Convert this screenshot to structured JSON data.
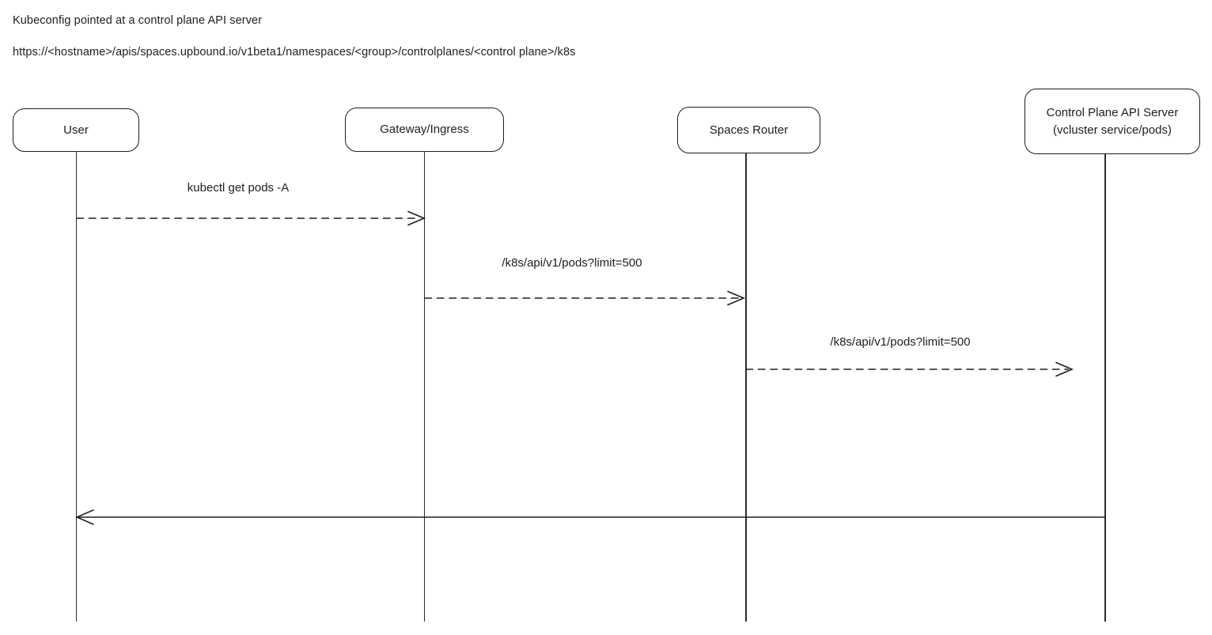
{
  "page": {
    "background": "#ffffff",
    "stroke_color": "#1e1e1e"
  },
  "header": {
    "title": "Kubeconfig pointed at a control plane API server",
    "url": "https://<hostname>/apis/spaces.upbound.io/v1beta1/namespaces/<group>/controlplanes/<control plane>/k8s"
  },
  "actors": [
    {
      "label": "User"
    },
    {
      "label": "Gateway/Ingress"
    },
    {
      "label": "Spaces Router"
    },
    {
      "label": "Control Plane API Server",
      "sublabel": "(vcluster service/pods)"
    }
  ],
  "messages": [
    {
      "label": "kubectl get pods -A",
      "from": "User",
      "to": "Gateway/Ingress",
      "line_style": "dashed"
    },
    {
      "label": "/k8s/api/v1/pods?limit=500",
      "from": "Gateway/Ingress",
      "to": "Spaces Router",
      "line_style": "dashed"
    },
    {
      "label": "/k8s/api/v1/pods?limit=500",
      "from": "Spaces Router",
      "to": "Control Plane API Server",
      "line_style": "dashed"
    },
    {
      "label": "",
      "from": "Control Plane API Server",
      "to": "User",
      "line_style": "solid"
    }
  ]
}
